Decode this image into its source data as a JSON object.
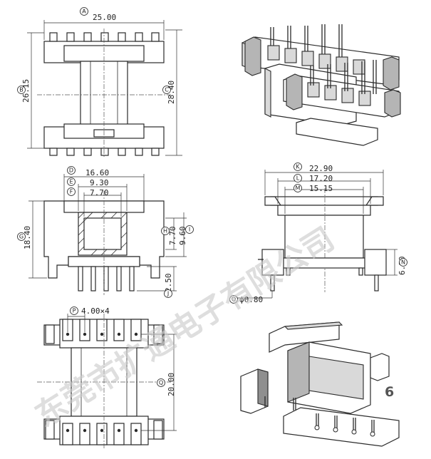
{
  "dimensions": {
    "A": {
      "mark": "A",
      "value": "25.00"
    },
    "B": {
      "mark": "B",
      "value": "26.15"
    },
    "C": {
      "mark": "C",
      "value": "28.40"
    },
    "D": {
      "mark": "D",
      "value": "16.60"
    },
    "E": {
      "mark": "E",
      "value": "9.30"
    },
    "F": {
      "mark": "F",
      "value": "7.70"
    },
    "G": {
      "mark": "G",
      "value": "18.40"
    },
    "H": {
      "mark": "H",
      "value": "7.70"
    },
    "I": {
      "mark": "I",
      "value": "9.60"
    },
    "J": {
      "mark": "J",
      "value": "2.50"
    },
    "K": {
      "mark": "K",
      "value": "22.90"
    },
    "L": {
      "mark": "L",
      "value": "17.20"
    },
    "M": {
      "mark": "M",
      "value": "15.15"
    },
    "N": {
      "mark": "N",
      "value": "6.80"
    },
    "O": {
      "mark": "O",
      "value": "ϕ0.80"
    },
    "P": {
      "mark": "P",
      "value": "4.00×4"
    },
    "Q": {
      "mark": "Q",
      "value": "20.00"
    }
  },
  "watermark": "东莞市扩通电子有限公司",
  "page_number": "6",
  "colors": {
    "line": "#2a2a2a",
    "watermark": "#c9c9c9"
  }
}
